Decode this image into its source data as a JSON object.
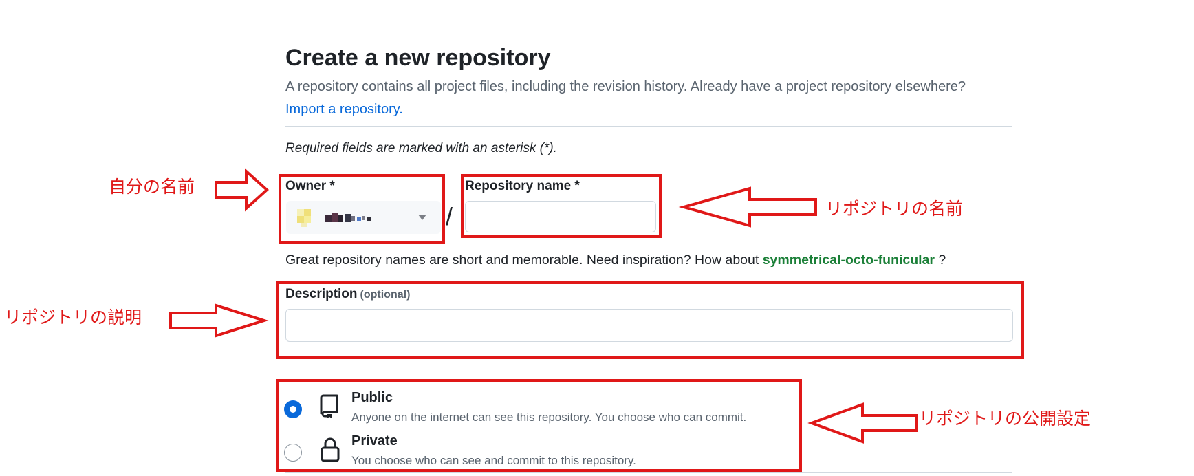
{
  "header": {
    "title": "Create a new repository",
    "subtitle": "A repository contains all project files, including the revision history. Already have a project repository elsewhere?",
    "import_link": "Import a repository."
  },
  "form": {
    "required_note": "Required fields are marked with an asterisk (*).",
    "owner_label": "Owner *",
    "separator": "/",
    "repo_name_label": "Repository name *",
    "repo_name_value": "",
    "hint_prefix": "Great repository names are short and memorable. Need inspiration? How about ",
    "hint_suggestion": "symmetrical-octo-funicular",
    "hint_suffix": " ?",
    "description_label": "Description",
    "description_optional": "(optional)",
    "description_value": ""
  },
  "visibility": [
    {
      "title": "Public",
      "description": "Anyone on the internet can see this repository. You choose who can commit.",
      "selected": true,
      "icon": "repo-icon"
    },
    {
      "title": "Private",
      "description": "You choose who can see and commit to this repository.",
      "selected": false,
      "icon": "lock-icon"
    }
  ],
  "annotations": {
    "owner": "自分の名前",
    "repo_name": "リポジトリの名前",
    "description": "リポジトリの説明",
    "visibility": "リポジトリの公開設定"
  },
  "colors": {
    "annotation_red": "#e01818",
    "link_blue": "#0969da",
    "suggestion_green": "#1a7f37",
    "radio_blue": "#0969da"
  }
}
